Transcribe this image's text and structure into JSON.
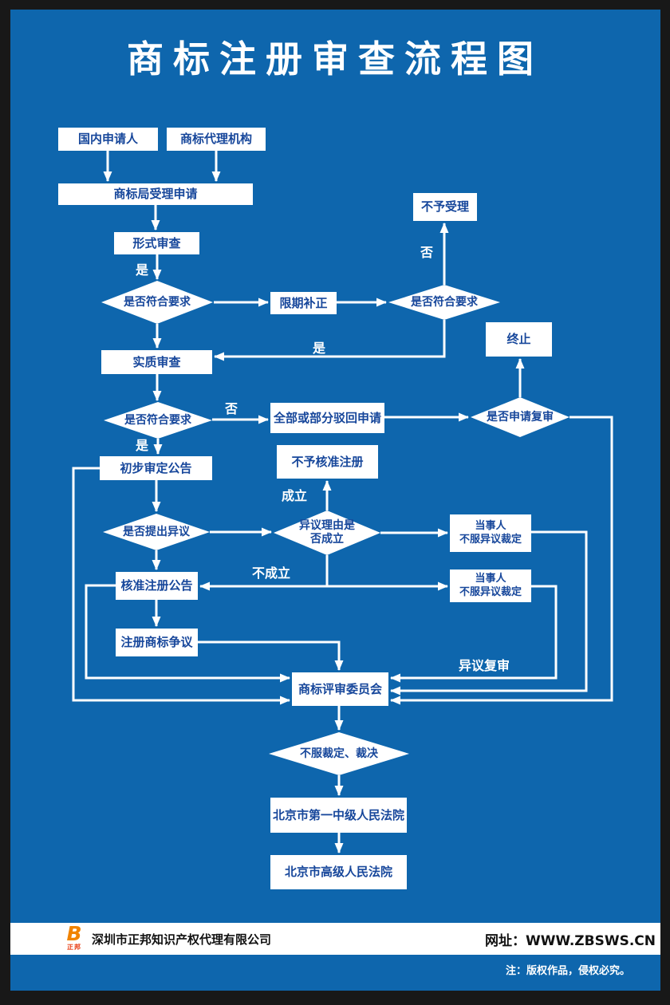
{
  "title": "商标注册审查流程图",
  "nodes": {
    "applicant": "国内申请人",
    "agency": "商标代理机构",
    "accept": "商标局受理申请",
    "formal": "形式审查",
    "check1": "是否符合要求",
    "correction": "限期补正",
    "check2": "是否符合要求",
    "not_accepted": "不予受理",
    "terminate": "终止",
    "substantive": "实质审查",
    "check3": "是否符合要求",
    "reject": "全部或部分驳回申请",
    "review_check": "是否申请复审",
    "no_approval": "不予核准注册",
    "prelim": "初步审定公告",
    "objection_check": "是否提出异议",
    "objection_valid": "异议理由是\n否成立",
    "party1": "当事人\n不服异议裁定",
    "party2": "当事人\n不服异议裁定",
    "approval": "核准注册公告",
    "dispute": "注册商标争议",
    "board": "商标评审委员会",
    "appeal_check": "不服裁定、裁决",
    "court1": "北京市第一中级人民法院",
    "court2": "北京市高级人民法院"
  },
  "edge_labels": {
    "yes1": "是",
    "no1": "否",
    "yes2": "是",
    "no2": "否",
    "yes3": "是",
    "established": "成立",
    "not_established": "不成立",
    "objection_review": "异议复审"
  },
  "footer": {
    "logo_mark": "B",
    "logo_text": "正邦",
    "company": "深圳市正邦知识产权代理有限公司",
    "url": "网址：WWW.ZBSWS.CN",
    "note": "注：版权作品，侵权必究。"
  },
  "colors": {
    "background": "#0e66ad",
    "frame": "#181818",
    "box_text": "#17479b",
    "line": "#ffffff",
    "logo_orange": "#f08300",
    "logo_red": "#e8380d"
  }
}
